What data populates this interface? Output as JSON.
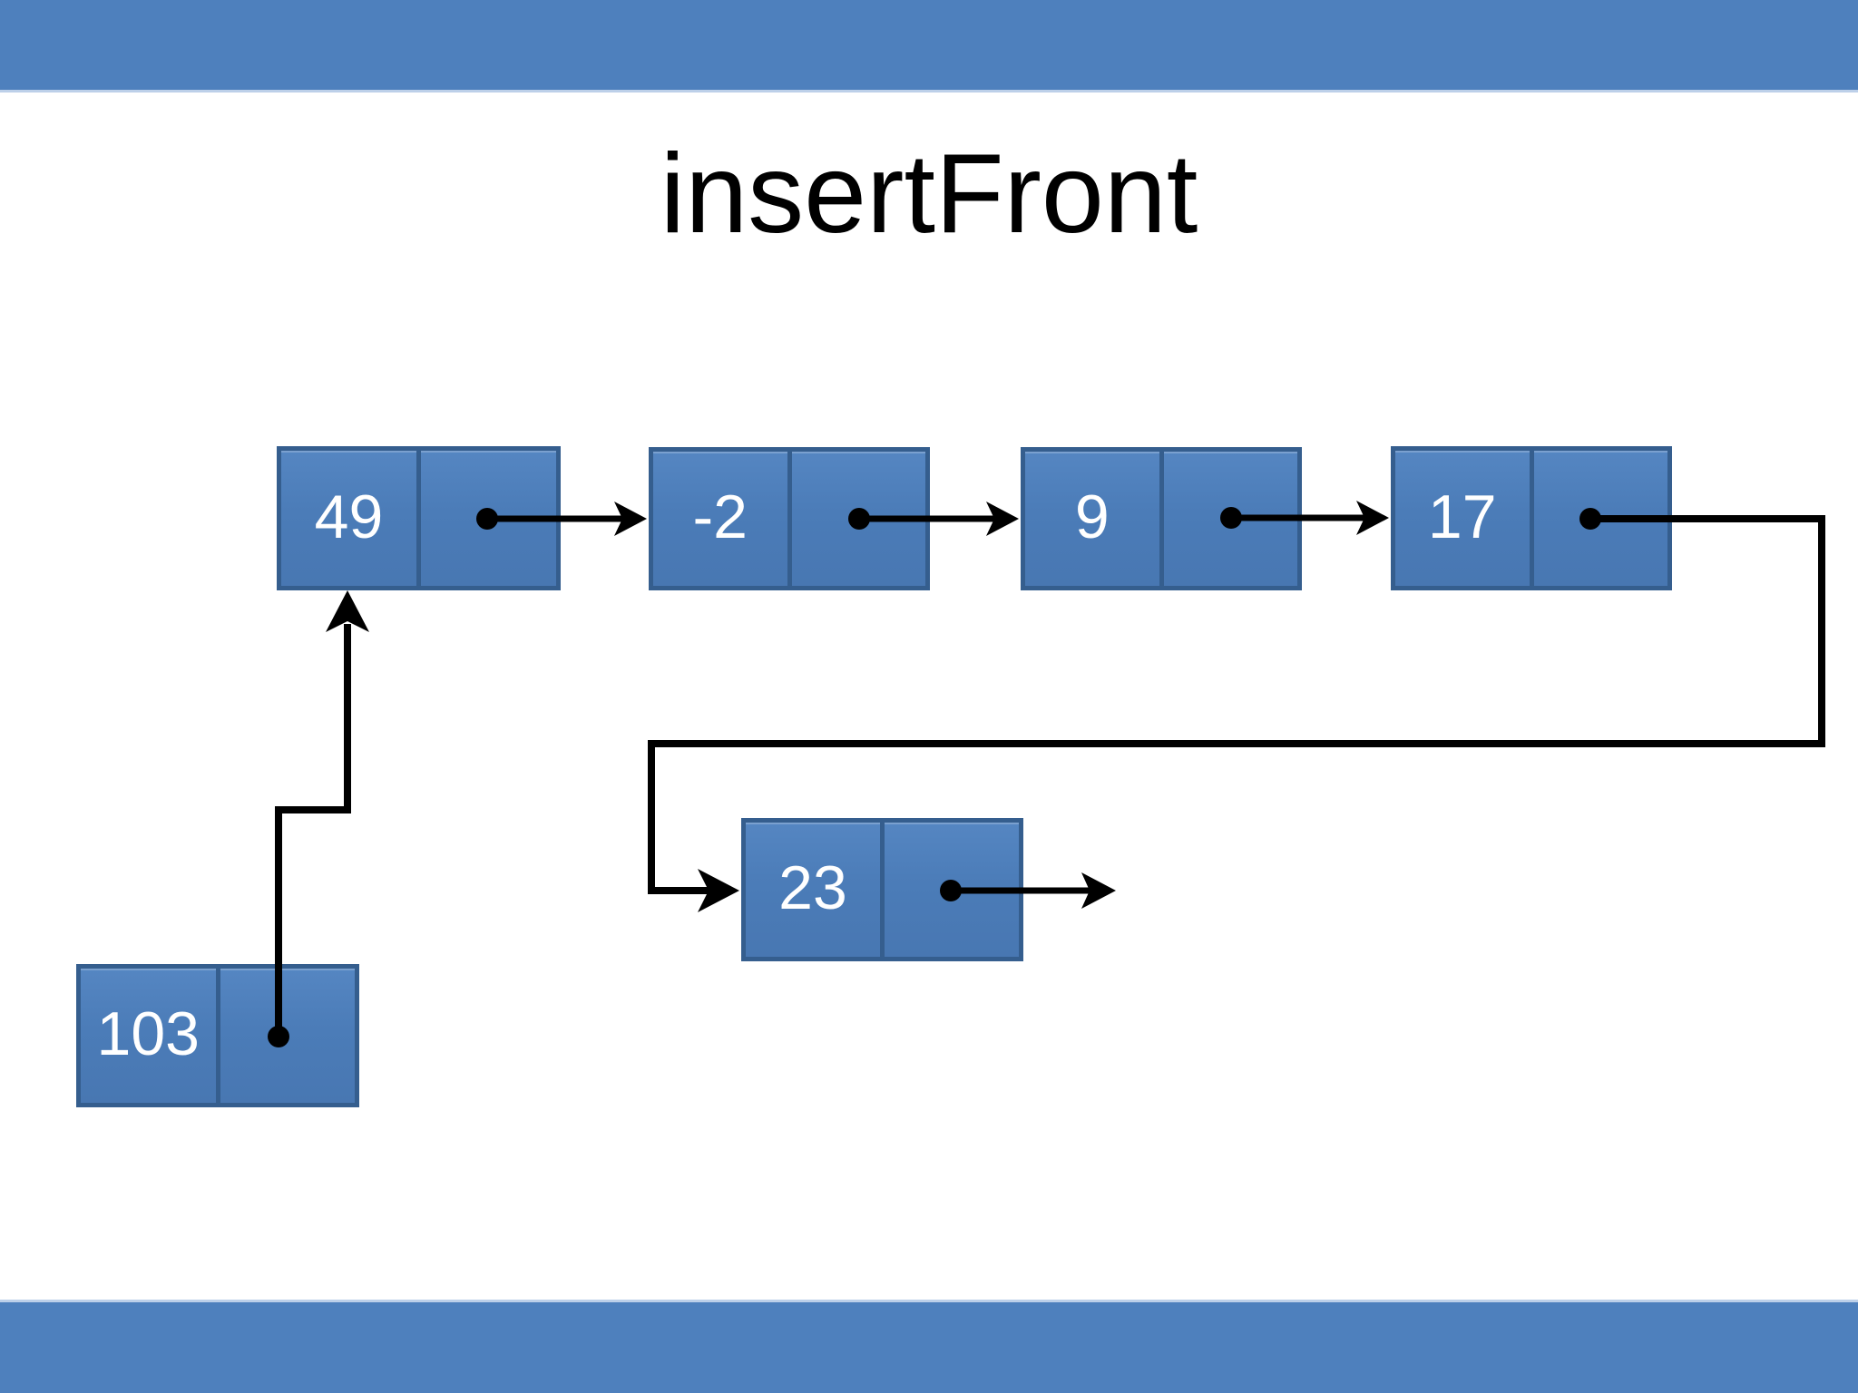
{
  "slide": {
    "title": "insertFront"
  },
  "theme": {
    "bar_color": "#4e80bd",
    "bar_edge_color": "#bdd0e9",
    "node_fill": "#4b7cb8",
    "node_border": "#355e8e",
    "node_text_color": "#ffffff",
    "connector_color": "#000000",
    "background": "#ffffff",
    "title_color": "#000000"
  },
  "diagram": {
    "type": "singly-linked-list",
    "operation": "insertFront",
    "nodes": [
      {
        "value": "49",
        "pointer_to": "-2"
      },
      {
        "value": "-2",
        "pointer_to": "9"
      },
      {
        "value": "9",
        "pointer_to": "17"
      },
      {
        "value": "17",
        "pointer_to": "23"
      },
      {
        "value": "23",
        "pointer_to": "null"
      },
      {
        "value": "103",
        "pointer_to": "49"
      }
    ]
  }
}
